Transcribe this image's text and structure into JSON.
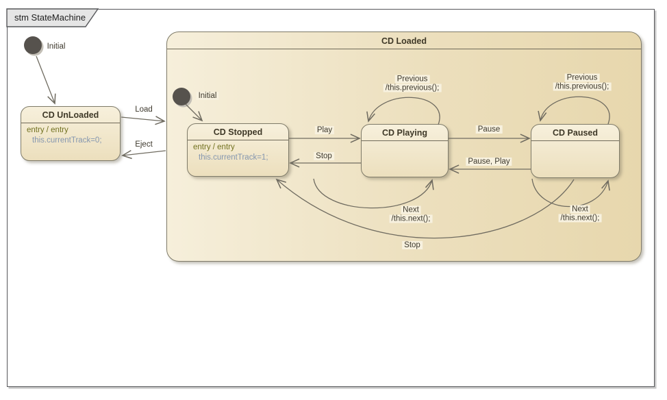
{
  "diagram": {
    "tab_label": "stm StateMachine"
  },
  "pseudostates": {
    "outer_initial_label": "Initial",
    "inner_initial_label": "Initial"
  },
  "states": {
    "cd_unloaded": {
      "title": "CD UnLoaded",
      "entry_label": "entry / entry",
      "entry_code": "this.currentTrack=0;"
    },
    "cd_loaded": {
      "title": "CD Loaded"
    },
    "cd_stopped": {
      "title": "CD Stopped",
      "entry_label": "entry / entry",
      "entry_code": "this.currentTrack=1;"
    },
    "cd_playing": {
      "title": "CD Playing"
    },
    "cd_paused": {
      "title": "CD Paused"
    }
  },
  "transitions": {
    "load": {
      "label": "Load"
    },
    "eject": {
      "label": "Eject"
    },
    "play": {
      "label": "Play"
    },
    "stop": {
      "label": "Stop"
    },
    "pause": {
      "label": "Pause"
    },
    "pause_play": {
      "label": "Pause, Play"
    },
    "previous_playing": {
      "trigger": "Previous",
      "effect": "/this.previous();"
    },
    "previous_paused": {
      "trigger": "Previous",
      "effect": "/this.previous();"
    },
    "next_playing": {
      "trigger": "Next",
      "effect": "/this.next();"
    },
    "next_paused": {
      "trigger": "Next",
      "effect": "/this.next();"
    },
    "stop_to_stopped": {
      "label": "Stop"
    }
  },
  "colors": {
    "state_fill_top": "#f7f0dc",
    "state_fill_bottom": "#ecdfbd",
    "composite_fill_left": "#f6efdb",
    "composite_fill_right": "#e7d7ad",
    "state_border": "#7e7a68",
    "connector_line": "#6f6b60",
    "title_text": "#3e3827",
    "entry_label_text": "#71711f",
    "entry_code_text": "#8496af",
    "initial_node_fill": "#56524d",
    "frame_border": "#555659",
    "tab_fill": "#e5e5e5"
  }
}
